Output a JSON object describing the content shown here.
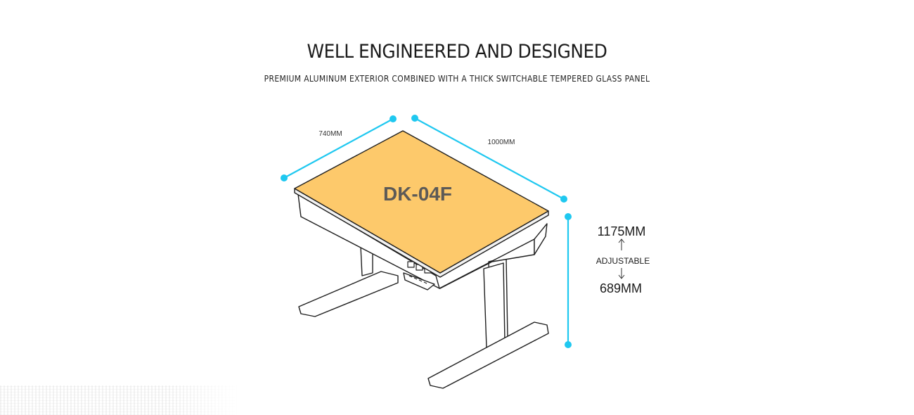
{
  "header": {
    "title": "WELL ENGINEERED AND DESIGNED",
    "subtitle": "PREMIUM ALUMINUM EXTERIOR COMBINED WITH A THICK SWITCHABLE TEMPERED GLASS PANEL"
  },
  "product": {
    "model": "DK-04F",
    "top_color": "#fdc96b",
    "frame_color": "#ffffff",
    "outline_color": "#1f1f1f"
  },
  "dimensions": {
    "depth_label": "740MM",
    "width_label": "1000MM",
    "height_max": "1175MM",
    "height_note": "ADJUSTABLE",
    "height_min": "689MM",
    "line_color": "#1fc8f0"
  }
}
